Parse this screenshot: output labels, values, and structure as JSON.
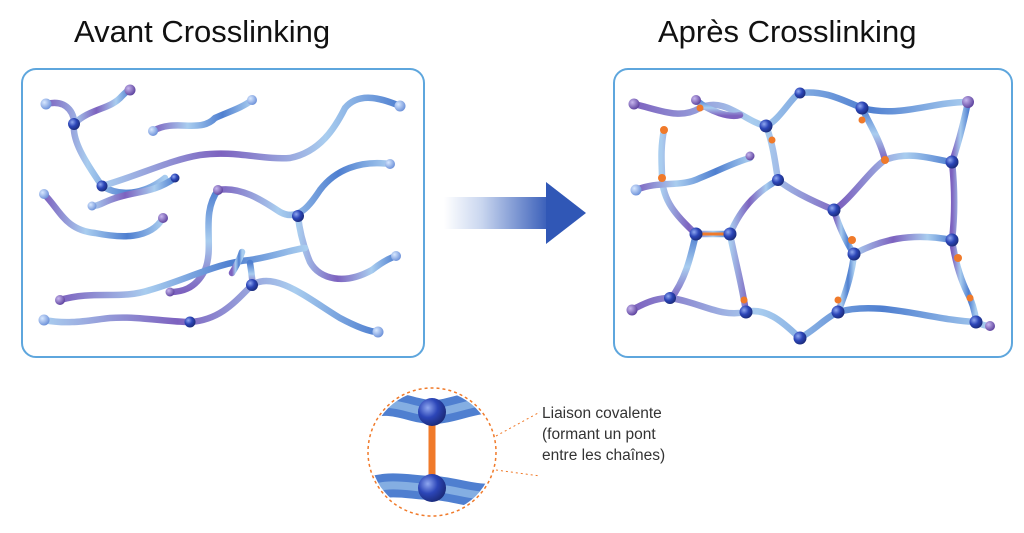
{
  "titles": {
    "before": "Avant Crosslinking",
    "after": "Après Crosslinking"
  },
  "callout": {
    "lines": [
      "Liaison covalente",
      "(formant un pont",
      "entre les chaînes)"
    ]
  },
  "colors": {
    "panel_border": "#5ea6dd",
    "chain_light": "#a9cdef",
    "chain_mid": "#4f7fd0",
    "chain_purple": "#7d62bf",
    "node": "#2c46b8",
    "crosslink": "#f07a2a",
    "arrow": "#3057b6"
  },
  "icons": {
    "process_arrow": "right-arrow-icon",
    "zoom_circle": "magnifier-circle-icon"
  }
}
